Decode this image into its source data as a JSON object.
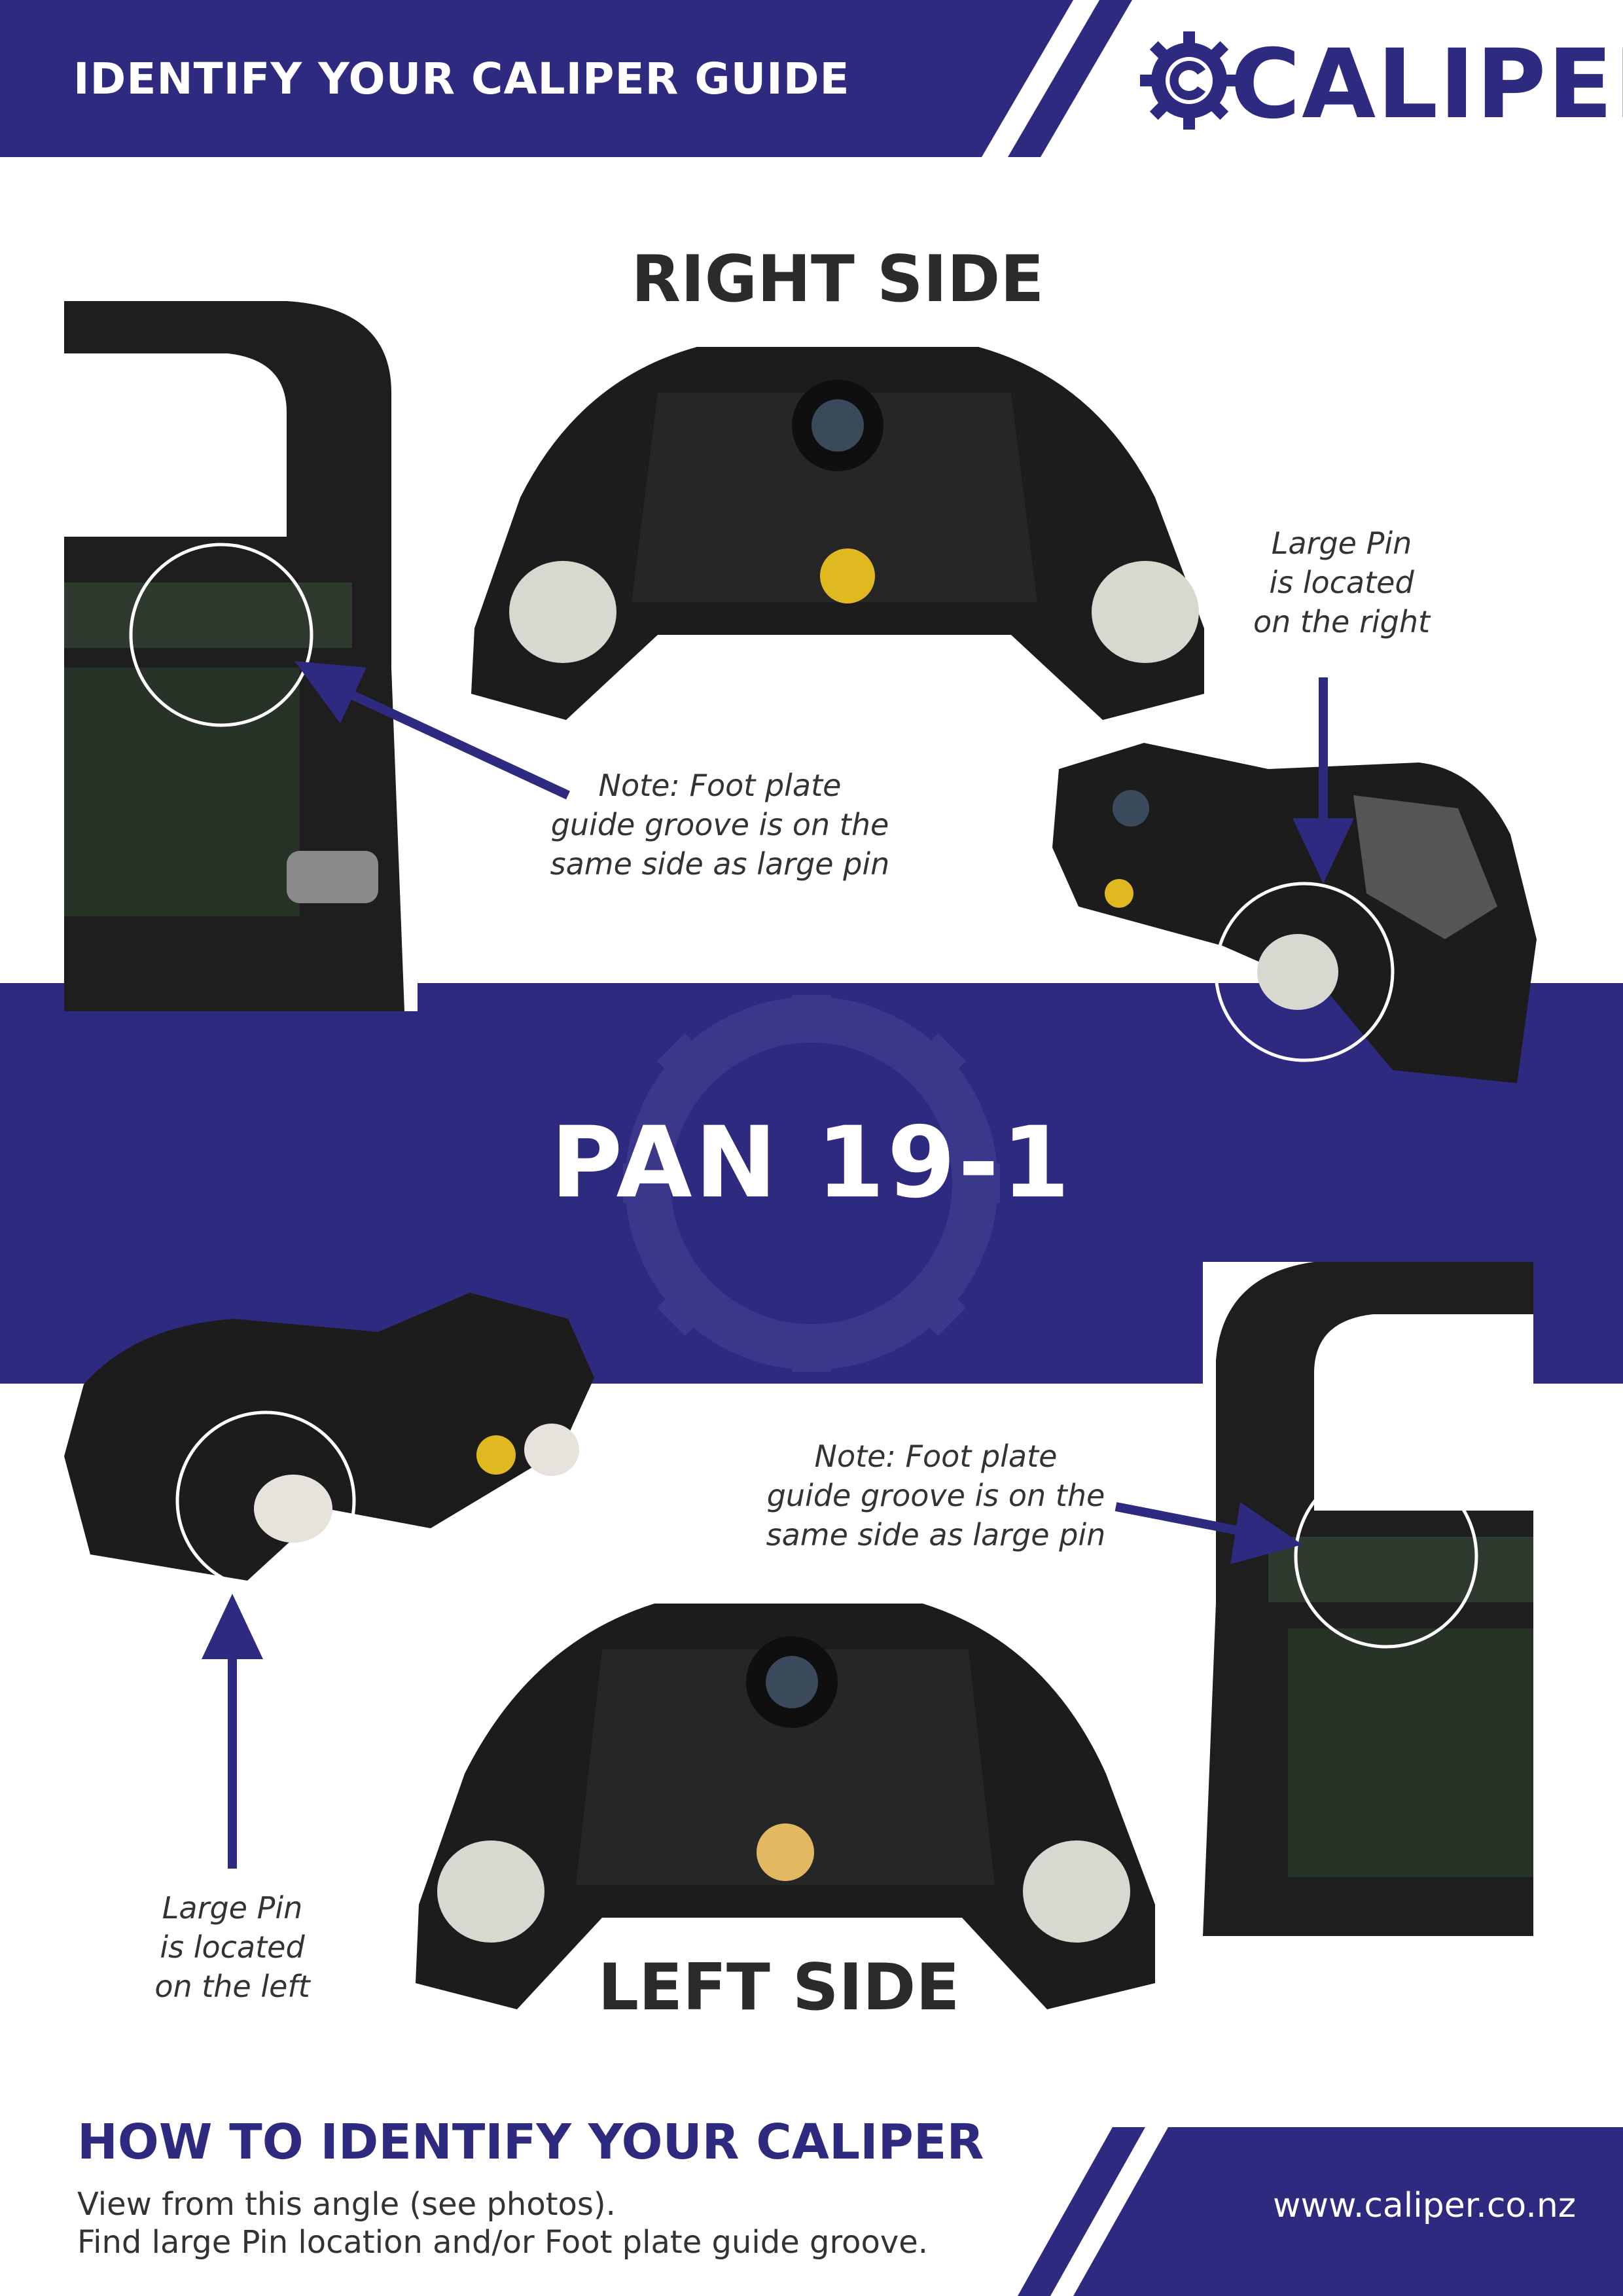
{
  "header": {
    "title": "IDENTIFY YOUR CALIPER GUIDE"
  },
  "logo": {
    "text": "CALIPER",
    "icon": "gear-c-icon"
  },
  "right_side": {
    "heading": "RIGHT SIDE",
    "note_groove": "Note: Foot plate\nguide groove is on the\nsame side as large pin",
    "note_pin": "Large Pin\nis located\non the right"
  },
  "model": {
    "name": "PAN 19-1"
  },
  "left_side": {
    "heading": "LEFT SIDE",
    "note_groove": "Note: Foot plate\nguide groove is on the\nsame side as large pin",
    "note_pin": "Large Pin\nis located\non the left"
  },
  "footer": {
    "heading": "HOW TO IDENTIFY YOUR CALIPER",
    "steps": [
      "View from this angle (see photos).",
      "Find large Pin location and/or Foot plate guide groove."
    ],
    "website": "www.caliper.co.nz"
  },
  "colors": {
    "brand": "#2d2a80",
    "text": "#2b2b2b",
    "photo_dark": "#1c1c1c"
  }
}
